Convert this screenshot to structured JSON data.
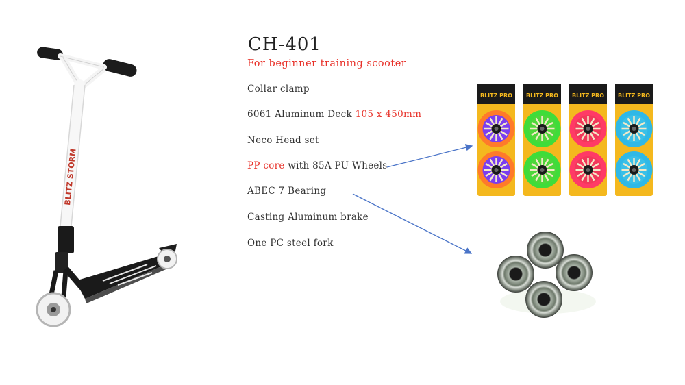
{
  "model": "CH-401",
  "subtitle": "For beginner training scooter",
  "specs": [
    {
      "text": "Collar clamp"
    },
    {
      "text": "6061 Aluminum Deck ",
      "highlight": "105 x 450mm"
    },
    {
      "text": "Neco Head set"
    },
    {
      "prefix": "PP core",
      "text": " with 85A PU Wheels"
    },
    {
      "text": "ABEC 7 Bearing"
    },
    {
      "text": "Casting Aluminum brake"
    },
    {
      "text": "One PC steel fork"
    }
  ],
  "scooter_brand": "BLITZ STORM",
  "wheel_pack_brand": "BLITZ PRO",
  "wheel_colors": [
    "#7a3df0",
    "#4fd63a",
    "#f2375a",
    "#3ac0e8"
  ],
  "wheel_rim_colors": [
    "#ff7a2a",
    "#3fdc3a",
    "#ff3a66",
    "#2fb8e6"
  ],
  "accent_color": "#e8322a",
  "arrow_color": "#4a74c8"
}
